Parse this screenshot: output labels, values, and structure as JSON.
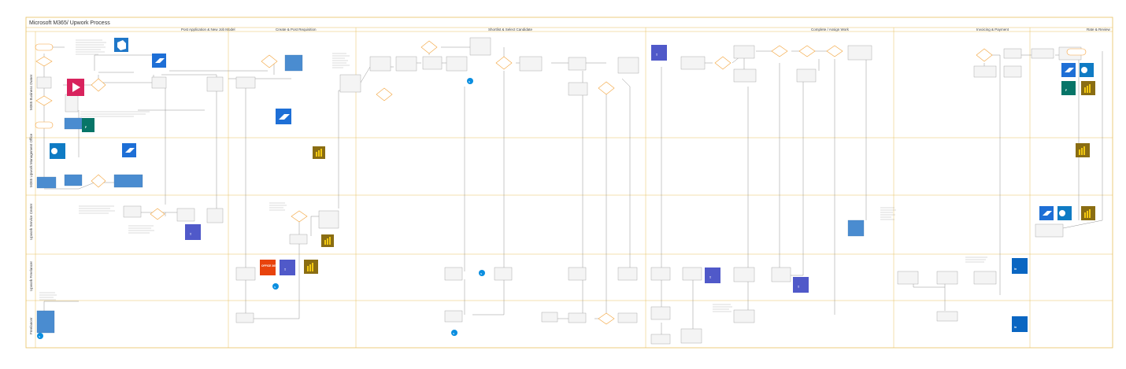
{
  "title": "Microsoft M365/ Upwork Process",
  "phases": [
    "Post Application & New Job Model",
    "Create & Post Requisition",
    "Shortlist & Select Candidate",
    "Complete / Assign Work",
    "Invoicing & Payment",
    "Rate & Review"
  ],
  "lanes": [
    "M365 Business Owner",
    "M365 Upwork Management Office",
    "Upwork Service Center",
    "Upwork Freelancer",
    "Freelancer"
  ],
  "colors": {
    "frame": "#e8c060",
    "decision": "#f3a33a",
    "start": "#f7a13a",
    "process_fill": "#f4f4f4",
    "process_stroke": "#9a9a9a",
    "blue_box": "#4a8cd0",
    "line": "#7a7a7a"
  },
  "apps": {
    "office": "OFFICE 365",
    "linkedin": "in"
  }
}
